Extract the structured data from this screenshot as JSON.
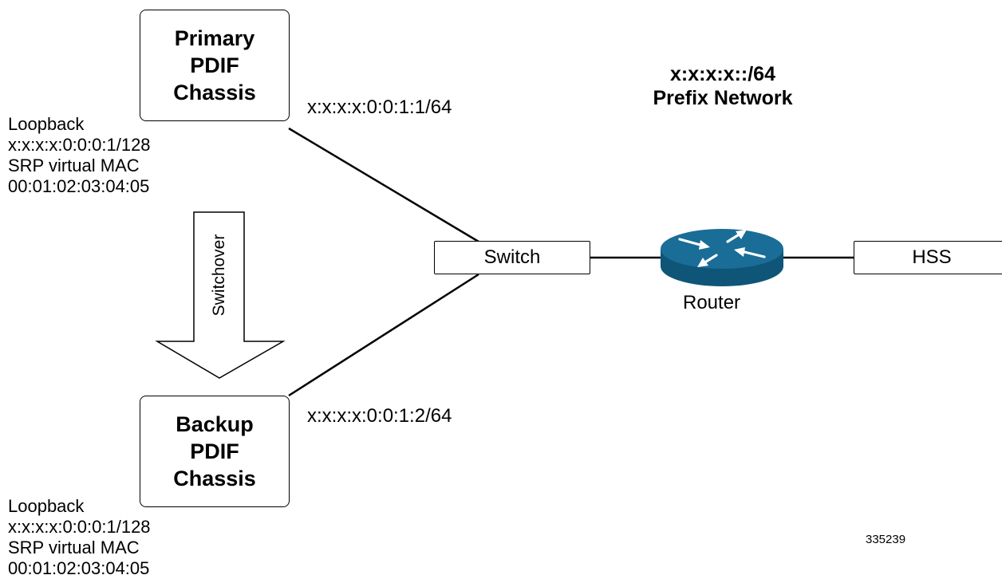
{
  "primary_chassis": {
    "lines": [
      "Primary",
      "PDIF",
      "Chassis"
    ],
    "loopback": [
      "Loopback",
      "x:x:x:x:0:0:0:1/128",
      "SRP virtual MAC",
      "00:01:02:03:04:05"
    ],
    "ip": "x:x:x:x:0:0:1:1/64"
  },
  "backup_chassis": {
    "lines": [
      "Backup",
      "PDIF",
      "Chassis"
    ],
    "loopback": [
      "Loopback",
      "x:x:x:x:0:0:0:1/128",
      "SRP virtual MAC",
      "00:01:02:03:04:05"
    ],
    "ip": "x:x:x:x:0:0:1:2/64"
  },
  "switchover": {
    "label": "Switchover"
  },
  "switch": {
    "label": "Switch"
  },
  "router": {
    "label": "Router",
    "icon": "router-icon",
    "color": "#1a6d97"
  },
  "hss": {
    "label": "HSS"
  },
  "prefix_network": {
    "lines": [
      "x:x:x:x::/64",
      "Prefix Network"
    ]
  },
  "figure_id": "335239"
}
